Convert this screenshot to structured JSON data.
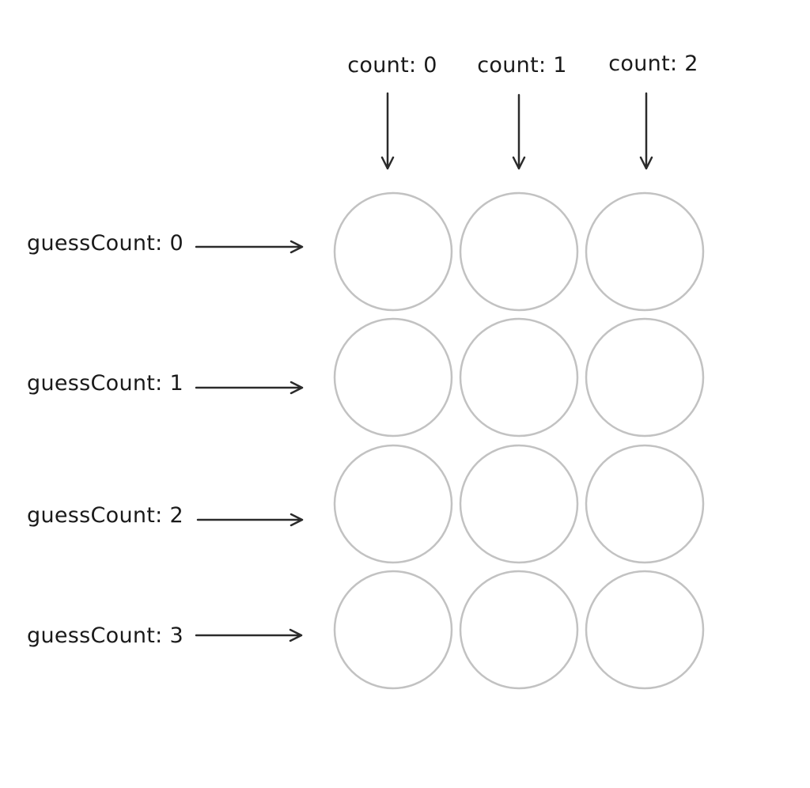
{
  "diagram": {
    "type": "grid-diagram",
    "columns": [
      {
        "label": "count: 0"
      },
      {
        "label": "count: 1"
      },
      {
        "label": "count: 2"
      }
    ],
    "rows": [
      {
        "label": "guessCount: 0"
      },
      {
        "label": "guessCount: 1"
      },
      {
        "label": "guessCount: 2"
      },
      {
        "label": "guessCount: 3"
      }
    ],
    "grid": {
      "row_count": 4,
      "col_count": 3,
      "cell_shape": "circle",
      "cells_empty": true
    },
    "colors": {
      "text": "#1a1a1a",
      "arrow": "#2b2b2b",
      "circle_stroke": "#c2c2c2",
      "background": "#ffffff"
    }
  }
}
